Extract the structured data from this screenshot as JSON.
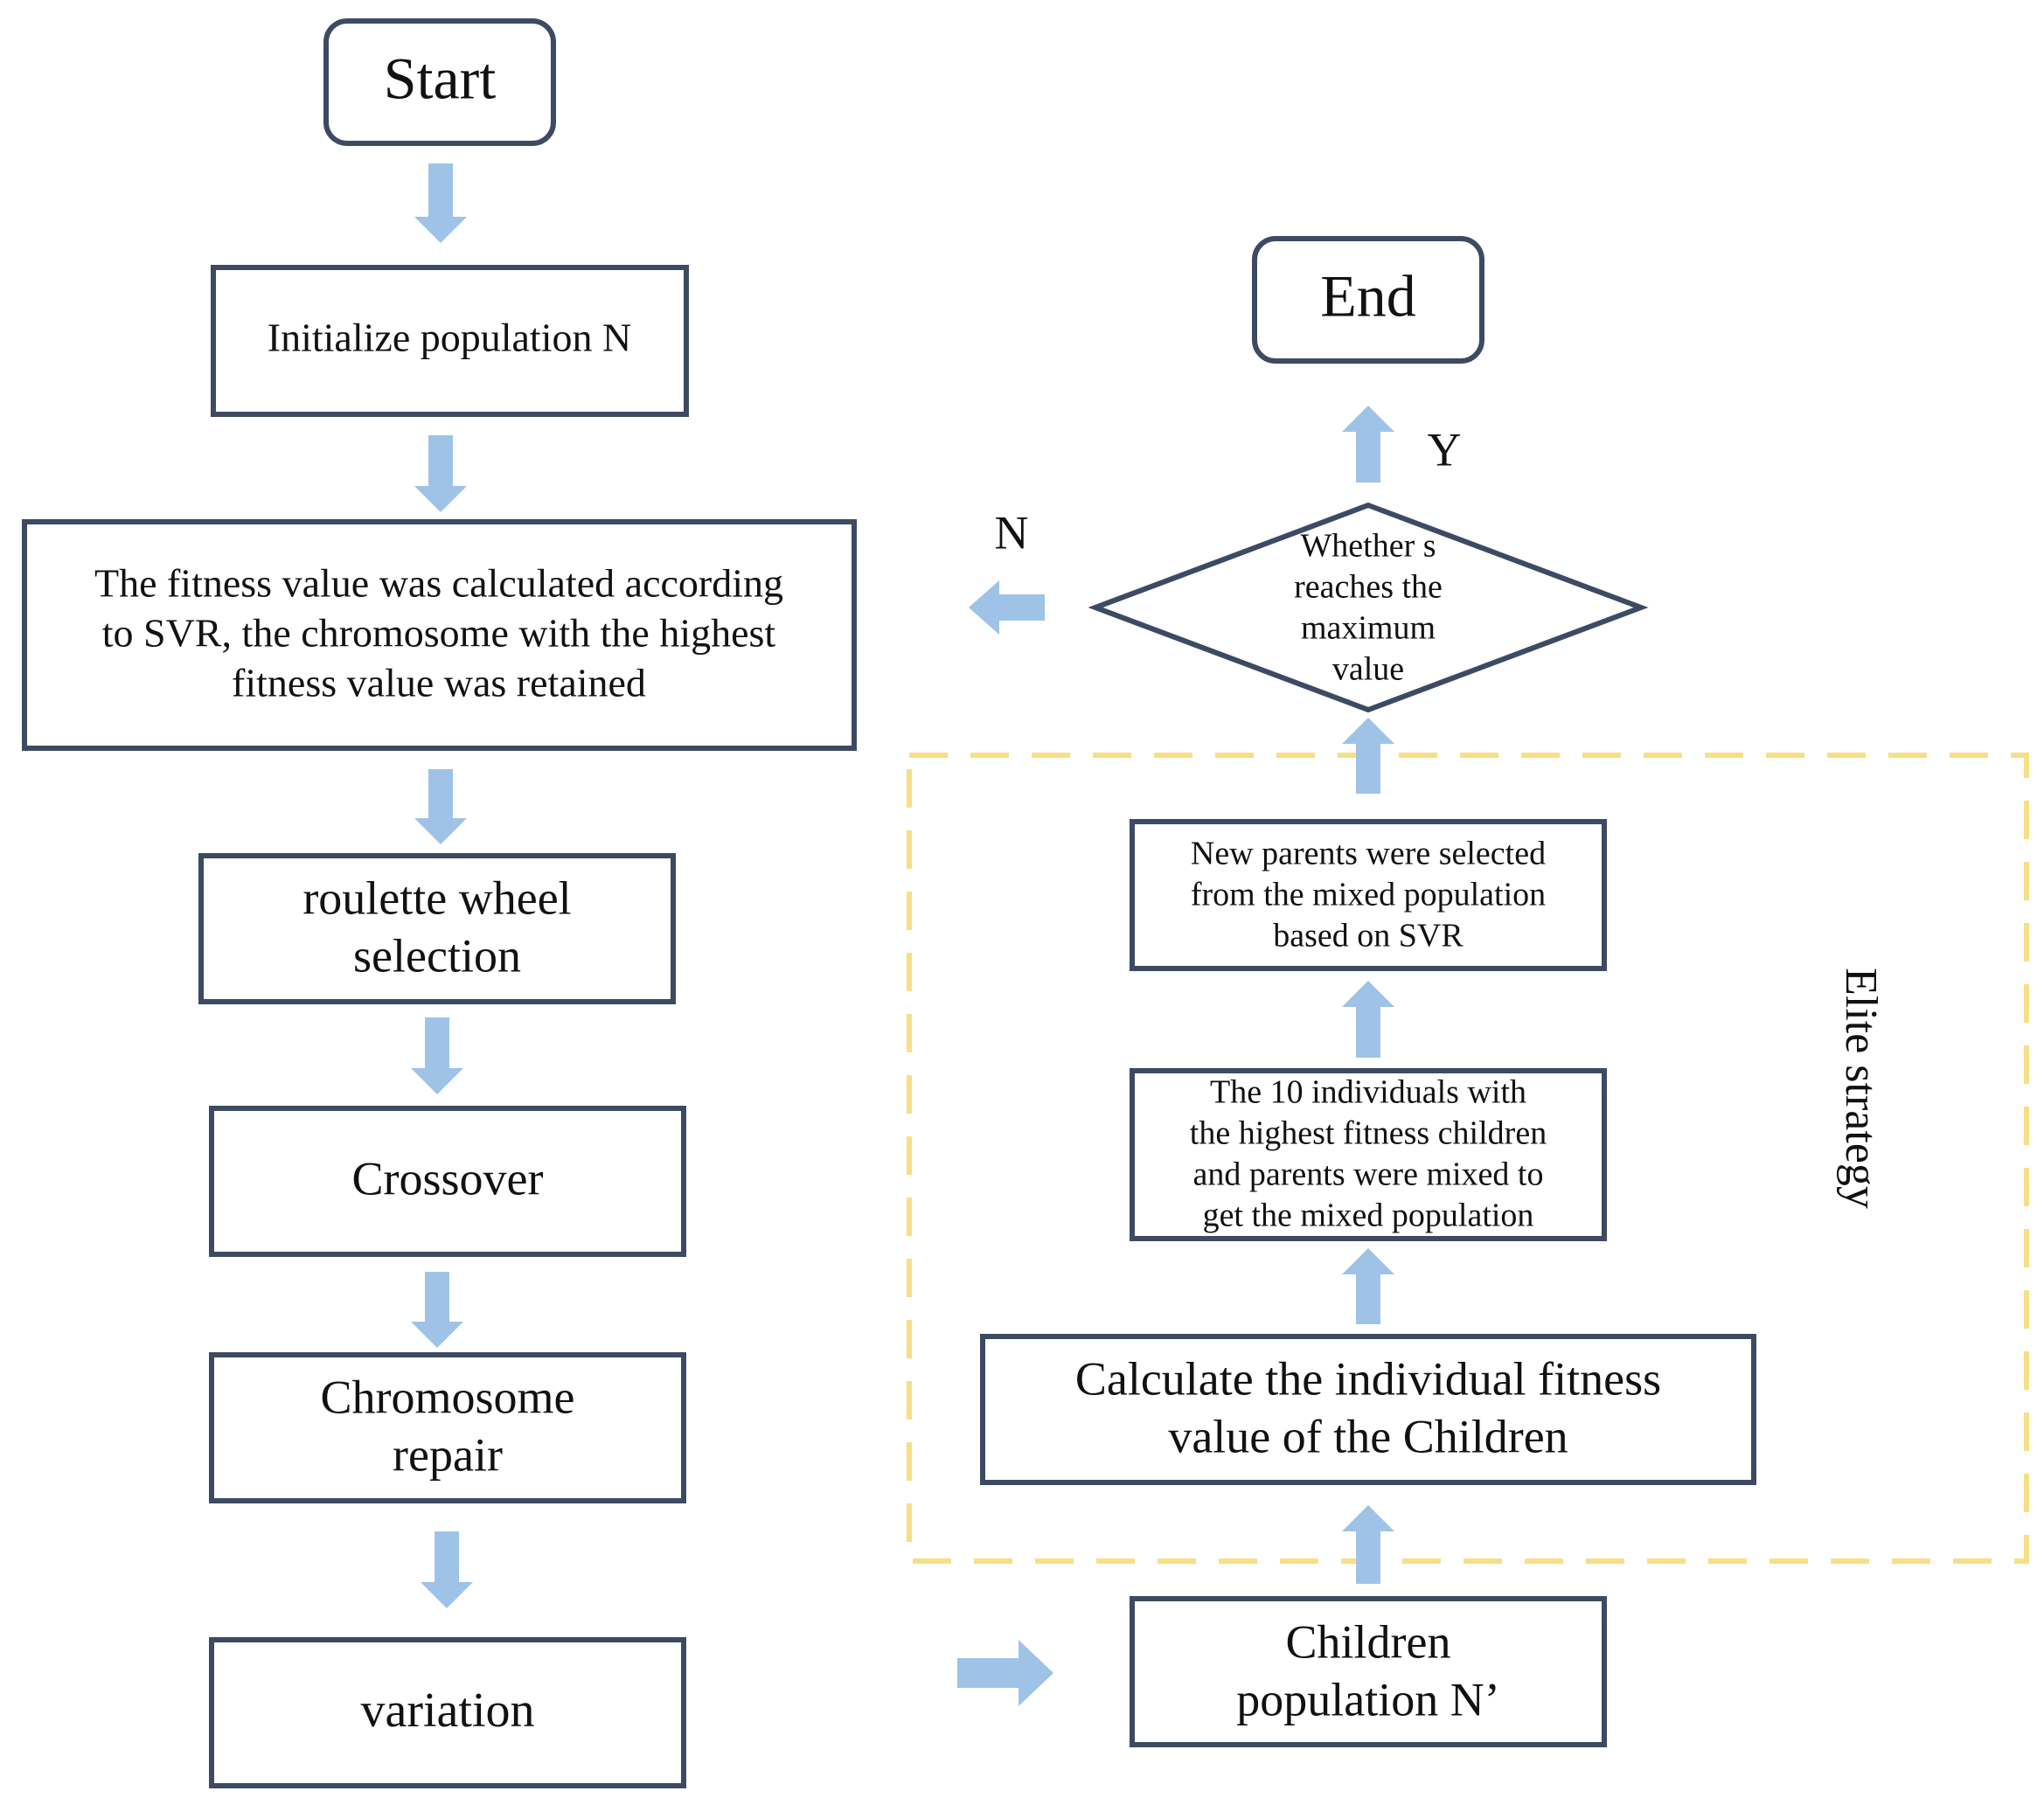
{
  "nodes": {
    "start": "Start",
    "end": "End",
    "init_population": "Initialize population N",
    "fitness_svr": [
      "The fitness value was calculated according",
      "to SVR, the chromosome with the highest",
      "fitness value was retained"
    ],
    "roulette": [
      "roulette wheel",
      "selection"
    ],
    "crossover": "Crossover",
    "chromosome_repair": [
      "Chromosome",
      "repair"
    ],
    "variation": "variation",
    "children_population": [
      "Children",
      "population N’"
    ],
    "calc_fitness_children": [
      "Calculate the individual fitness",
      "value of the Children"
    ],
    "mix_population": [
      "The 10 individuals with",
      "the highest fitness children",
      "and parents were mixed to",
      "get the mixed population"
    ],
    "new_parents": [
      "New parents were selected",
      "from the mixed population",
      "based on SVR"
    ],
    "decision": [
      "Whether s",
      "reaches the",
      "maximum",
      "value"
    ]
  },
  "edge_labels": {
    "yes": "Y",
    "no": "N"
  },
  "group": {
    "elite_strategy": "Elite strategy"
  },
  "colors": {
    "box_stroke": "#3d4a63",
    "arrow_fill": "#9ec3e6",
    "dashed_group": "#f7df86",
    "text": "#111111"
  }
}
